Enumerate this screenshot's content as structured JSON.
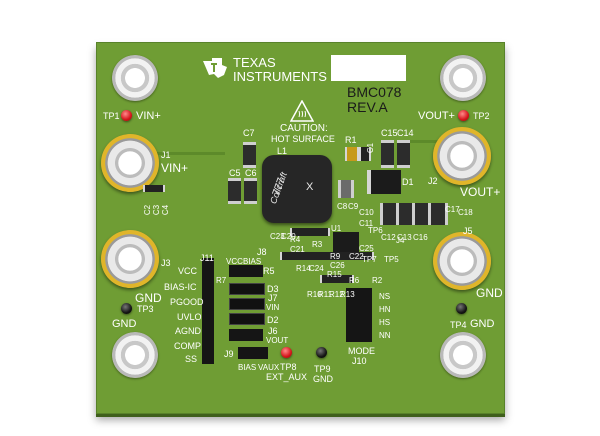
{
  "board": {
    "logo_line1": "Texas",
    "logo_line2": "Instruments",
    "model": "BMC078",
    "revision": "REV.A",
    "caution_line1": "CAUTION:",
    "caution_line2": "HOT SURFACE",
    "inductor_text1": "777",
    "inductor_text2": "Coilcraft",
    "inductor_text3": "X"
  },
  "labels": {
    "tp1": "TP1",
    "vin_plus_top": "VIN+",
    "tp2": "TP2",
    "vout_plus_top": "VOUT+",
    "j1": "J1",
    "vin_plus": "VIN+",
    "j2": "J2",
    "vout_plus": "VOUT+",
    "j3": "J3",
    "gnd_left": "GND",
    "tp3": "TP3",
    "gnd_tp3": "GND",
    "j5": "J5",
    "gnd_right": "GND",
    "tp4": "TP4",
    "gnd_tp4": "GND",
    "c7": "C7",
    "r1": "R1",
    "c15": "C15",
    "c14": "C14",
    "l1": "L1",
    "c1": "C1",
    "c5": "C5",
    "c6": "C6",
    "d1": "D1",
    "c2": "C2",
    "c3": "C3",
    "c4": "C4",
    "c8": "C8",
    "c9": "C9",
    "c10": "C10",
    "c11": "C11",
    "c17": "C17",
    "c18": "C18",
    "c12": "C12",
    "c13": "C13",
    "c16": "C16",
    "u1": "U1",
    "r4": "R4",
    "c23": "C23",
    "c20": "C20",
    "c21": "C21",
    "r3": "R3",
    "tp6": "TP6",
    "j4": "J4",
    "c25": "C25",
    "c22": "C22",
    "r9": "R9",
    "c26": "C26",
    "r15": "R15",
    "r14": "R14",
    "c24": "C24",
    "tp7": "TP7",
    "tp5": "TP5",
    "r6": "R6",
    "r2": "R2",
    "r10": "R10",
    "r11": "R11",
    "r12": "R12",
    "r13": "R13",
    "j11": "J11",
    "j8": "J8",
    "vcc_j8": "VCC",
    "bias_j8": "BIAS",
    "r5": "R5",
    "r7": "R7",
    "d3": "D3",
    "j7": "J7",
    "vin_j7": "VIN",
    "d2": "D2",
    "j6": "J6",
    "vout_j6": "VOUT",
    "j9": "J9",
    "bias_j9": "BIAS",
    "vaux_j9": "VAUX",
    "tp8": "TP8",
    "ext_aux": "EXT_AUX",
    "tp9": "TP9",
    "gnd_tp9": "GND",
    "vcc": "VCC",
    "bias_ic": "BIAS-IC",
    "pgood": "PGOOD",
    "uvlo": "UVLO",
    "agnd": "AGND",
    "comp": "COMP",
    "ss": "SS",
    "ns": "NS",
    "hn": "HN",
    "hs": "HS",
    "nn": "NN",
    "mode": "MODE",
    "j10": "J10"
  }
}
